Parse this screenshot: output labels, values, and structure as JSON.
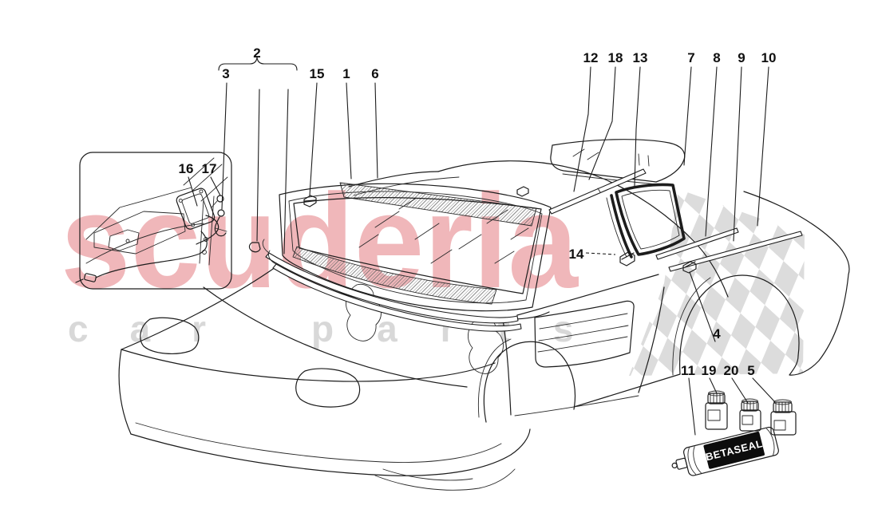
{
  "watermark": {
    "brand_text": "scuderia",
    "sub_word1": "car",
    "sub_word2": "parts",
    "brand_color": "#f0b7ba",
    "sub_color": "#d8d8d8",
    "flag_color": "#dcdcdc"
  },
  "drawing": {
    "ink_color": "#1c1c1c",
    "betaseal_label": "BETASEAL",
    "callouts": [
      {
        "label": "2"
      },
      {
        "label": "3"
      },
      {
        "label": "15"
      },
      {
        "label": "1"
      },
      {
        "label": "6"
      },
      {
        "label": "12"
      },
      {
        "label": "18"
      },
      {
        "label": "13"
      },
      {
        "label": "7"
      },
      {
        "label": "8"
      },
      {
        "label": "9"
      },
      {
        "label": "10"
      },
      {
        "label": "16"
      },
      {
        "label": "17"
      },
      {
        "label": "14"
      },
      {
        "label": "4"
      },
      {
        "label": "11"
      },
      {
        "label": "19"
      },
      {
        "label": "20"
      },
      {
        "label": "5"
      }
    ]
  }
}
